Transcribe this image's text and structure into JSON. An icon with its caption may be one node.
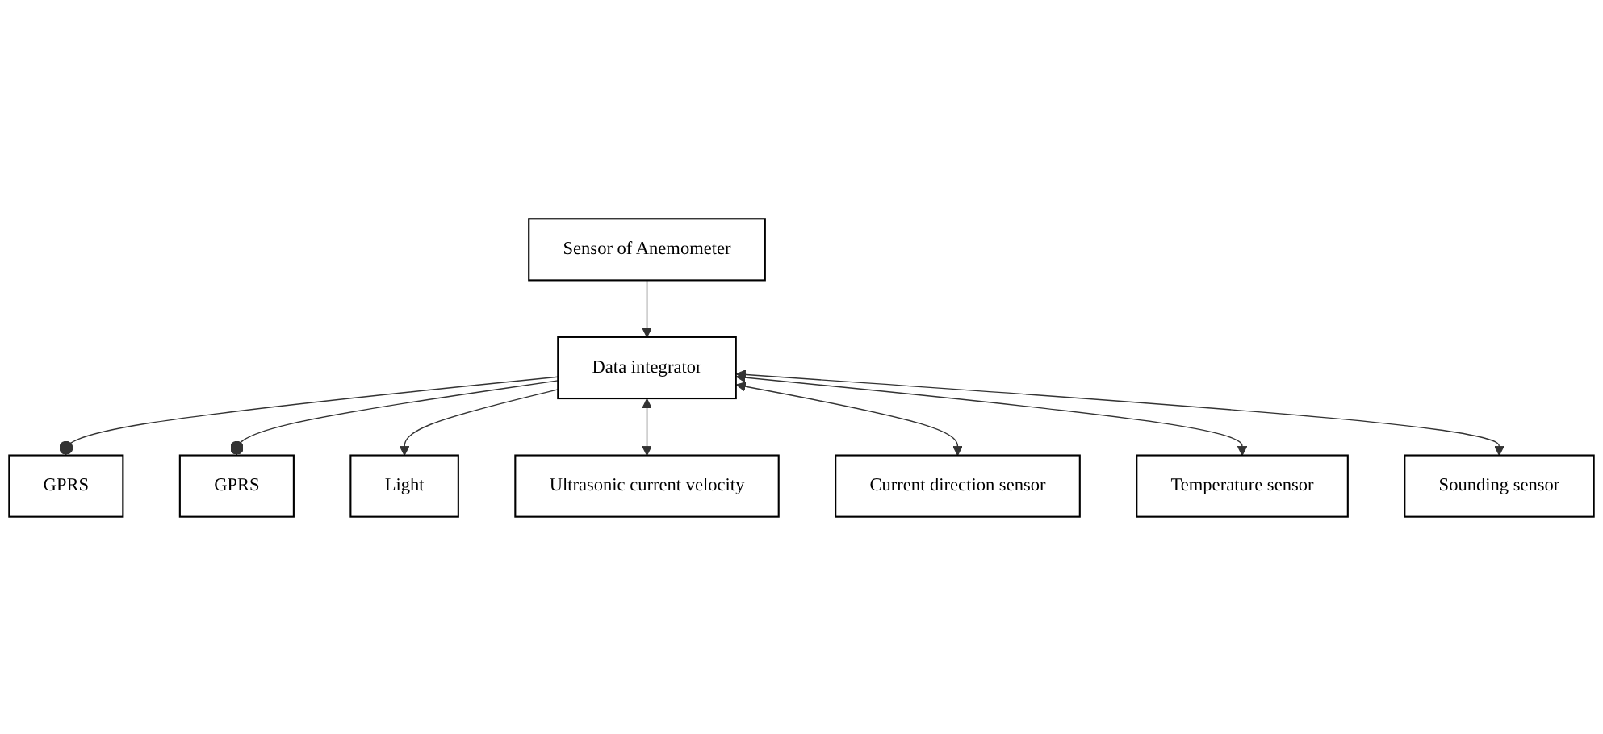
{
  "diagram": {
    "nodes": [
      {
        "text": [
          "Sensor of Anemometer"
        ]
      },
      {
        "text": [
          "GPRS"
        ]
      },
      {
        "text": [
          "GPRS"
        ]
      },
      {
        "text": [
          "Light"
        ]
      },
      {
        "text": [
          "Data integrator"
        ]
      },
      {
        "text": [
          "Ultrasonic current velocity"
        ]
      },
      {
        "text": [
          "Current direction sensor"
        ]
      },
      {
        "text": [
          "Temperature sensor"
        ]
      },
      {
        "text": [
          "Sounding sensor"
        ]
      }
    ],
    "edges": [
      {
        "from": 0,
        "to": 4,
        "arrow": "to"
      },
      {
        "from": 4,
        "to": 1,
        "arrow": "other"
      },
      {
        "from": 4,
        "to": 2,
        "arrow": "other"
      },
      {
        "from": 4,
        "to": 3,
        "arrow": "to"
      },
      {
        "from": 4,
        "to": 5,
        "arrow": "both"
      },
      {
        "from": 4,
        "to": 6,
        "arrow": "both"
      },
      {
        "from": 4,
        "to": 7,
        "arrow": "both"
      },
      {
        "from": 4,
        "to": 8,
        "arrow": "both"
      }
    ]
  }
}
